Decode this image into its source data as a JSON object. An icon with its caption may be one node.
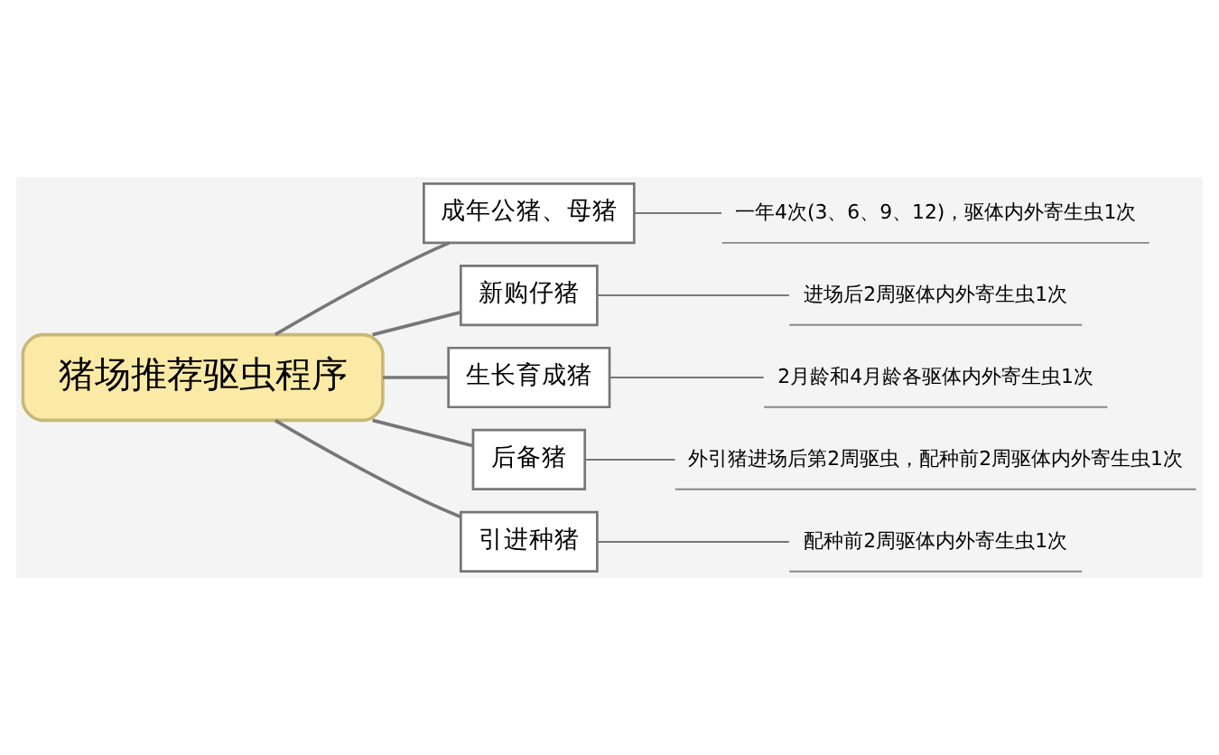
{
  "diagram": {
    "nodes": [
      {
        "text": [
          "猪场推荐驱虫程序"
        ]
      },
      {
        "text": [
          "成年公猪、母猪"
        ]
      },
      {
        "text": [
          "新购仔猪"
        ]
      },
      {
        "text": [
          "生长育成猪"
        ]
      },
      {
        "text": [
          "后备猪"
        ]
      },
      {
        "text": [
          "引进种猪"
        ]
      },
      {
        "text": [
          "一年4次(3、6、9、12)，驱体内外寄生虫1次"
        ]
      },
      {
        "text": [
          "进场后2周驱体内外寄生虫1次"
        ]
      },
      {
        "text": [
          "2月龄和4月龄各驱体内外寄生虫1次"
        ]
      },
      {
        "text": [
          "外引猪进场后第2周驱虫，配种前2周驱体内外寄生虫1次"
        ]
      },
      {
        "text": [
          "配种前2周驱体内外寄生虫1次"
        ]
      }
    ],
    "edges": [
      {
        "from": 0,
        "to": 1,
        "arrow": "none"
      },
      {
        "from": 0,
        "to": 2,
        "arrow": "none"
      },
      {
        "from": 0,
        "to": 3,
        "arrow": "none"
      },
      {
        "from": 0,
        "to": 4,
        "arrow": "none"
      },
      {
        "from": 0,
        "to": 5,
        "arrow": "none"
      },
      {
        "from": 1,
        "to": 6,
        "arrow": "none"
      },
      {
        "from": 2,
        "to": 7,
        "arrow": "none"
      },
      {
        "from": 3,
        "to": 8,
        "arrow": "none"
      },
      {
        "from": 4,
        "to": 9,
        "arrow": "none"
      },
      {
        "from": 5,
        "to": 10,
        "arrow": "none"
      }
    ]
  }
}
